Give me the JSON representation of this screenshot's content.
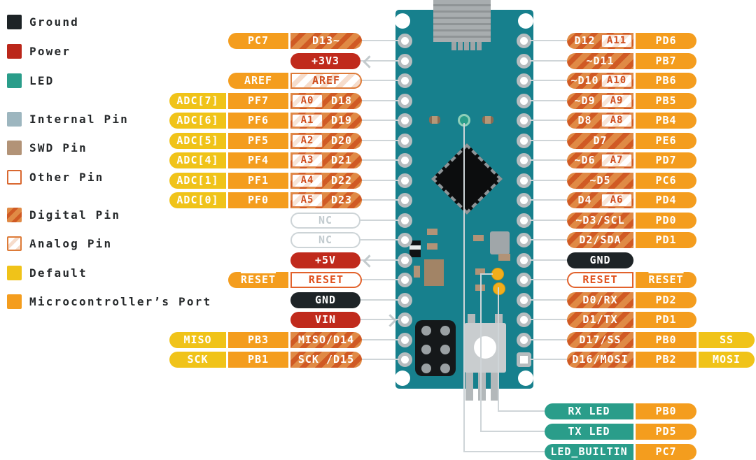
{
  "legend": {
    "items": [
      {
        "label": "Ground",
        "type": "ground"
      },
      {
        "label": "Power",
        "type": "power"
      },
      {
        "label": "LED",
        "type": "led"
      },
      {
        "label": "Internal Pin",
        "type": "internal"
      },
      {
        "label": "SWD Pin",
        "type": "swd"
      },
      {
        "label": "Other Pin",
        "type": "other"
      },
      {
        "label": "Digital Pin",
        "type": "digital"
      },
      {
        "label": "Analog Pin",
        "type": "analog"
      },
      {
        "label": "Default",
        "type": "default"
      },
      {
        "label": "Microcontroller’s Port",
        "type": "port"
      }
    ]
  },
  "left_rows": [
    {
      "port": "PC7",
      "pin": {
        "type": "digital",
        "label": "D13~"
      }
    },
    {
      "pin": {
        "type": "power",
        "label": "+3V3"
      },
      "arrow": "to-pill"
    },
    {
      "port": "AREF",
      "pin": {
        "type": "analog",
        "label": "AREF"
      }
    },
    {
      "function": "ADC[7]",
      "port": "PF7",
      "pin": {
        "type": "split",
        "analog": "A0",
        "digital": "D18"
      }
    },
    {
      "function": "ADC[6]",
      "port": "PF6",
      "pin": {
        "type": "split",
        "analog": "A1",
        "digital": "D19"
      }
    },
    {
      "function": "ADC[5]",
      "port": "PF5",
      "pin": {
        "type": "split",
        "analog": "A2",
        "digital": "D20"
      }
    },
    {
      "function": "ADC[4]",
      "port": "PF4",
      "pin": {
        "type": "split",
        "analog": "A3",
        "digital": "D21"
      }
    },
    {
      "function": "ADC[1]",
      "port": "PF1",
      "pin": {
        "type": "split",
        "analog": "A4",
        "digital": "D22"
      }
    },
    {
      "function": "ADC[0]",
      "port": "PF0",
      "pin": {
        "type": "split",
        "analog": "A5",
        "digital": "D23"
      }
    },
    {
      "pin": {
        "type": "nc",
        "label": "NC"
      }
    },
    {
      "pin": {
        "type": "nc",
        "label": "NC"
      }
    },
    {
      "pin": {
        "type": "power",
        "label": "+5V"
      },
      "arrow": "to-pill"
    },
    {
      "port": "RESET",
      "port_overline": true,
      "pin": {
        "type": "other",
        "label": "RESET"
      }
    },
    {
      "pin": {
        "type": "ground",
        "label": "GND"
      }
    },
    {
      "pin": {
        "type": "power",
        "label": "VIN"
      },
      "arrow": "to-board"
    },
    {
      "function": "MISO",
      "port": "PB3",
      "pin": {
        "type": "digital",
        "label": "MISO/D14"
      }
    },
    {
      "function": "SCK",
      "port": "PB1",
      "pin": {
        "type": "digital",
        "label": "SCK /D15"
      }
    }
  ],
  "right_rows": [
    {
      "pin": {
        "type": "split",
        "digital": "D12",
        "analog": "A11"
      },
      "port": "PD6"
    },
    {
      "pin": {
        "type": "digital",
        "label": "~D11"
      },
      "port": "PB7"
    },
    {
      "pin": {
        "type": "split",
        "digital": "~D10",
        "analog": "A10"
      },
      "port": "PB6"
    },
    {
      "pin": {
        "type": "split",
        "digital": "~D9",
        "analog": "A9"
      },
      "port": "PB5"
    },
    {
      "pin": {
        "type": "split",
        "digital": "D8",
        "analog": "A8"
      },
      "port": "PB4"
    },
    {
      "pin": {
        "type": "digital",
        "label": "D7"
      },
      "port": "PE6"
    },
    {
      "pin": {
        "type": "split",
        "digital": "~D6",
        "analog": "A7"
      },
      "port": "PD7"
    },
    {
      "pin": {
        "type": "digital",
        "label": "~D5"
      },
      "port": "PC6"
    },
    {
      "pin": {
        "type": "split",
        "digital": "D4",
        "analog": "A6"
      },
      "port": "PD4"
    },
    {
      "pin": {
        "type": "digital",
        "label": "~D3/SCL"
      },
      "port": "PD0"
    },
    {
      "pin": {
        "type": "digital",
        "label": "D2/SDA"
      },
      "port": "PD1"
    },
    {
      "pin": {
        "type": "ground",
        "label": "GND"
      }
    },
    {
      "pin": {
        "type": "other",
        "label": "RESET"
      },
      "port": "RESET",
      "port_overline": true
    },
    {
      "pin": {
        "type": "digital",
        "label": "D0/RX"
      },
      "port": "PD2"
    },
    {
      "pin": {
        "type": "digital",
        "label": "D1/TX"
      },
      "port": "PD1"
    },
    {
      "pin": {
        "type": "digital",
        "label": "D17/SS"
      },
      "port": "PB0",
      "extra": "SS"
    },
    {
      "pin": {
        "type": "digital",
        "label": "D16/MOSI"
      },
      "port": "PB2",
      "extra": "MOSI"
    }
  ],
  "led_rows": [
    {
      "label": "RX LED",
      "port": "PB0"
    },
    {
      "label": "TX LED",
      "port": "PD5"
    },
    {
      "label": "LED_BUILTIN",
      "port": "PC7"
    }
  ],
  "colors": {
    "port_orange": "#F49D1E",
    "default_yellow": "#F0C319",
    "digital_dark": "#D05A24",
    "digital_light": "#E08A45",
    "power_red": "#C02A1C",
    "ground_black": "#1E2427",
    "led_teal": "#2A9D8A",
    "internal_gray": "#9DB6BF",
    "swd_tan": "#B29377",
    "other_border": "#E2622C",
    "analog_text": "#CF4E1F",
    "pcb_teal": "#17808D",
    "line_gray": "#CFD5D8"
  }
}
